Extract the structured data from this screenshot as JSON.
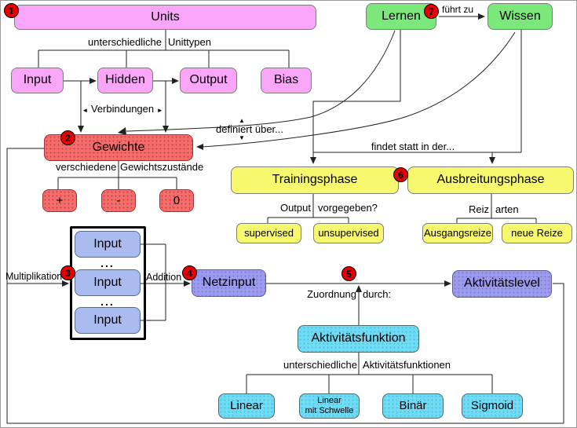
{
  "diagram": {
    "title_context": "Concept map (German) about neural network units, weights, learning and activation functions",
    "badges": {
      "b1": "1",
      "b2": "2",
      "b3": "3",
      "b4": "4",
      "b5": "5",
      "b6": "6",
      "b7": "7"
    },
    "nodes": {
      "units": "Units",
      "input_unit": "Input",
      "hidden": "Hidden",
      "output": "Output",
      "bias": "Bias",
      "gewichte": "Gewichte",
      "plus": "+",
      "minus": "-",
      "zero": "0",
      "lernen": "Lernen",
      "wissen": "Wissen",
      "trainingsphase": "Trainingsphase",
      "ausbreitungsphase": "Ausbreitungsphase",
      "supervised": "supervised",
      "unsupervised": "unsupervised",
      "ausgangsreize": "Ausgangsreize",
      "neue_reize": "neue Reize",
      "input1": "Input",
      "input2": "Input",
      "input3": "Input",
      "ellipsis1": "...",
      "ellipsis2": "...",
      "netzinput": "Netzinput",
      "aktivitaetslevel": "Aktivitätslevel",
      "aktivitaetsfunktion": "Aktivitätsfunktion",
      "linear": "Linear",
      "linear_mit_schwelle_line1": "Linear",
      "linear_mit_schwelle_line2": "mit Schwelle",
      "binaer": "Binär",
      "sigmoid": "Sigmoid"
    },
    "edge_labels": {
      "unterschiedliche_units": "unterschiedliche",
      "unittypen": "Unittypen",
      "verbindungen": "Verbindungen",
      "definiert_ueber": "definiert über...",
      "verschiedene": "verschiedene",
      "gewichtszustaende": "Gewichtszustände",
      "fuehrt_zu": "führt zu",
      "findet_statt": "findet statt in der...",
      "output_frage": "Output",
      "vorgegeben_frage": "vorgegeben?",
      "reiz": "Reiz",
      "arten": "arten",
      "multiplikation": "Multiplikation",
      "addition": "Addition",
      "zuordnung": "Zuordnung",
      "durch": "durch:",
      "unterschiedliche_funktionen": "unterschiedliche",
      "aktivitaetsfunktionen": "Aktivitätsfunktionen"
    },
    "icons": {
      "arrow_left": "◄",
      "arrow_right": "►",
      "arrow_up": "▲",
      "arrow_down": "▼"
    },
    "colors": {
      "pink": "#f9a6f9",
      "green": "#7ce87c",
      "yellow": "#f8f86e",
      "red": "#f46d6d",
      "purple": "#9c9cee",
      "light_blue": "#aabbf0",
      "cyan": "#6edcf4",
      "badge_red": "#e60000",
      "line": "#222222"
    }
  }
}
